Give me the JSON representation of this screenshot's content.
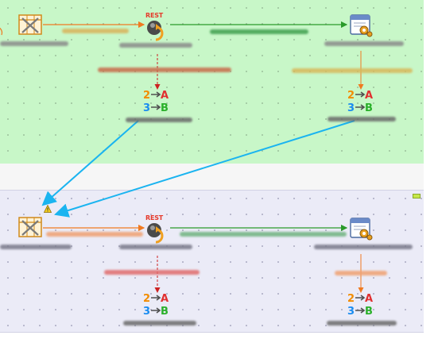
{
  "rest_label": "REST",
  "mapping": {
    "first_number": "2",
    "first_letter": "A",
    "second_number": "3",
    "second_letter": "B"
  },
  "colors": {
    "top_zone_bg": "#c8f7c8",
    "bottom_zone_bg": "#ebebf7",
    "flow_orange": "#f07a20",
    "flow_green": "#2a9a2a",
    "link_red": "#cc2222",
    "cross_link": "#1ab4f0",
    "number_orange": "#f28c00",
    "number_blue": "#1a8cf0",
    "letter_red": "#e03030",
    "letter_green": "#2ab02a"
  },
  "icons": {
    "start_node": "dataset-grid-icon",
    "rest_node": "rest-service-icon",
    "output_node": "output-settings-icon",
    "mapping": "value-mapping-icon",
    "warning": "warning-icon"
  }
}
